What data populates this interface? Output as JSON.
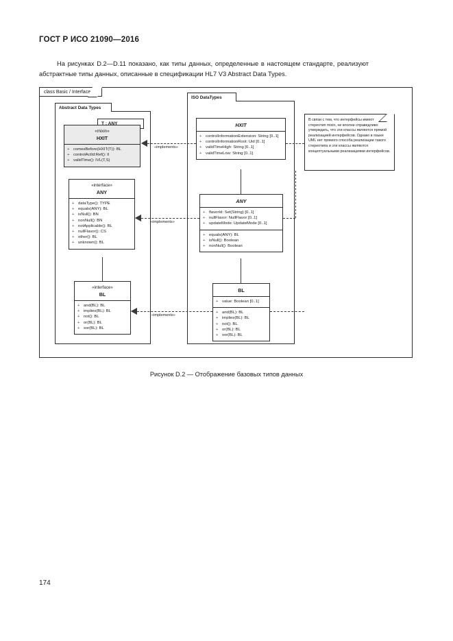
{
  "page": {
    "header": "ГОСТ Р ИСО 21090—2016",
    "intro": "На рисунках D.2—D.11 показано, как типы данных, определенные в настоящем стандарте, реализуют абстрактные типы данных, описанные в спецификации HL7 V3 Abstract Data Types.",
    "caption": "Рисунок D.2 — Отображение базовых типов данных",
    "number": "174"
  },
  "diagram": {
    "frame_label": "class Basic / Interface",
    "packages": {
      "abstract": {
        "title": "Abstract Data Types"
      },
      "iso": {
        "title": "ISO DataTypes"
      }
    },
    "template_param": "T : ANY",
    "relations": {
      "implements_1": "«implements»",
      "implements_2": "«implements»",
      "implements_3": "«implements»"
    },
    "note": "В связи с тем, что интерфейсы имеют стереотип mixin, не вполне справедливо утверждать, что эти классы являются прямой реализацией интерфейсов. Однако в языке UML нет прямого способа реализации такого стереотипа и эти классы являются концептуальными реализациями интерфейсов.",
    "classes": {
      "abstract_hxit": {
        "stereotype": "«mixin»",
        "name": "HXIT",
        "operations": [
          "comesBefore(HXIT(T)): BL",
          "controlActId:Ref(): II",
          "validTime(): IVL(T,S)"
        ]
      },
      "abstract_any": {
        "stereotype": "«interface»",
        "name": "ANY",
        "operations": [
          "dataType(): TYPE",
          "equals(ANY): BL",
          "isNull(): BN",
          "nonNull(): BN",
          "notApplicable(): BL",
          "nullFlavor(): CS",
          "other(): BL",
          "unknown(): BL"
        ]
      },
      "abstract_bl": {
        "stereotype": "«interface»",
        "name": "BL",
        "operations": [
          "and(BL): BL",
          "implies(BL): BL",
          "not(): BL",
          "or(BL): BL",
          "xor(BL): BL"
        ]
      },
      "iso_hxit": {
        "name": "HXIT",
        "attributes": [
          "controlInformationExtension: String [0..1]",
          "controlInformationRoot: Uid [0..1]",
          "validTimeHigh: String [0..1]",
          "validTimeLow: String [0..1]"
        ]
      },
      "iso_any": {
        "name": "ANY",
        "attributes": [
          "flavorId: Set(String) [0..1]",
          "nullFlavor: NullFlavor [0..1]",
          "updateMode: UpdateMode [0..1]"
        ],
        "operations": [
          "equals(ANY): BL",
          "isNull(): Boolean",
          "nonNull(): Boolean"
        ]
      },
      "iso_bl": {
        "name": "BL",
        "attributes": [
          "value: Boolean [0..1]"
        ],
        "operations": [
          "and(BL): BL",
          "implies(BL): BL",
          "not(): BL",
          "or(BL): BL",
          "xor(BL): BL"
        ]
      }
    }
  }
}
